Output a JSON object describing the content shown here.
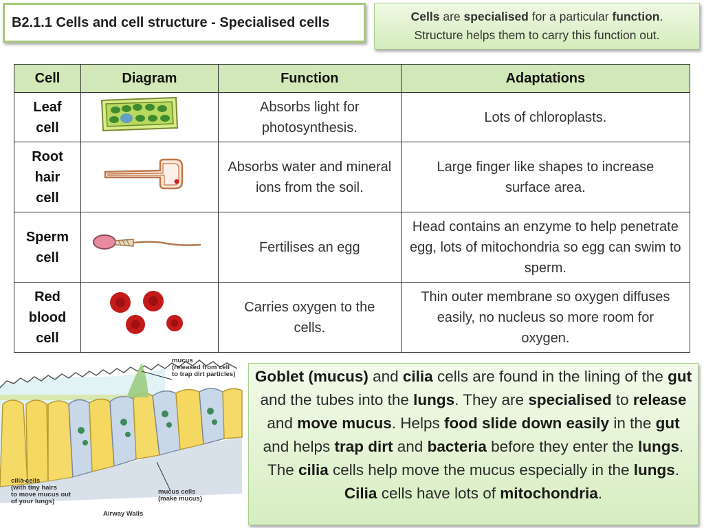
{
  "header": {
    "title": "B2.1.1 Cells and cell structure - Specialised cells"
  },
  "intro": {
    "segments": [
      {
        "text": "Cells",
        "bold": true
      },
      {
        "text": " are ",
        "bold": false
      },
      {
        "text": "specialised",
        "bold": true
      },
      {
        "text": " for a particular ",
        "bold": false
      },
      {
        "text": "function",
        "bold": true
      },
      {
        "text": ".",
        "bold": false
      },
      {
        "text": "\n",
        "bold": false
      },
      {
        "text": "Structure helps them to carry this function out.",
        "bold": false
      }
    ]
  },
  "table": {
    "headers": [
      "Cell",
      "Diagram",
      "Function",
      "Adaptations"
    ],
    "rows": [
      {
        "cell": "Leaf cell",
        "diagram_icon": "leaf-cell-diagram-icon",
        "function": "Absorbs light for photosynthesis.",
        "adaptations": "Lots of chloroplasts."
      },
      {
        "cell": "Root hair cell",
        "diagram_icon": "root-hair-cell-diagram-icon",
        "function": "Absorbs water and mineral ions from the soil.",
        "adaptations": "Large finger like shapes to increase surface area."
      },
      {
        "cell": "Sperm cell",
        "diagram_icon": "sperm-cell-diagram-icon",
        "function": "Fertilises an egg",
        "adaptations": "Head contains an enzyme to help penetrate egg, lots of mitochondria so egg can swim to sperm."
      },
      {
        "cell": "Red blood cell",
        "diagram_icon": "red-blood-cell-diagram-icon",
        "function": "Carries oxygen to the cells.",
        "adaptations": "Thin outer membrane so oxygen diffuses easily, no nucleus so more room for oxygen."
      }
    ]
  },
  "airway_diagram": {
    "labels": {
      "mucus": [
        "mucus",
        "(released from cell",
        "to trap dirt particles)"
      ],
      "cilia": [
        "cilia cells",
        "(with tiny hairs",
        "to move mucus out",
        "of your lungs)"
      ],
      "mucus_cells": [
        "mucus cells",
        "(make mucus)"
      ],
      "title": "Airway Walls"
    }
  },
  "goblet": {
    "segments": [
      {
        "text": "Goblet (mucus)",
        "bold": true
      },
      {
        "text": " and ",
        "bold": false
      },
      {
        "text": "cilia",
        "bold": true
      },
      {
        "text": " cells are found in the lining of the ",
        "bold": false
      },
      {
        "text": "gut",
        "bold": true
      },
      {
        "text": " and the tubes into the ",
        "bold": false
      },
      {
        "text": "lungs",
        "bold": true
      },
      {
        "text": ". They are ",
        "bold": false
      },
      {
        "text": "specialised",
        "bold": true
      },
      {
        "text": " to ",
        "bold": false
      },
      {
        "text": "release",
        "bold": true
      },
      {
        "text": " and ",
        "bold": false
      },
      {
        "text": "move mucus",
        "bold": true
      },
      {
        "text": ". Helps ",
        "bold": false
      },
      {
        "text": "food slide down easily",
        "bold": true
      },
      {
        "text": " in the ",
        "bold": false
      },
      {
        "text": "gut",
        "bold": true
      },
      {
        "text": " and helps ",
        "bold": false
      },
      {
        "text": "trap dirt",
        "bold": true
      },
      {
        "text": " and ",
        "bold": false
      },
      {
        "text": "bacteria",
        "bold": true
      },
      {
        "text": " before they enter the ",
        "bold": false
      },
      {
        "text": "lungs",
        "bold": true
      },
      {
        "text": ". The ",
        "bold": false
      },
      {
        "text": "cilia",
        "bold": true
      },
      {
        "text": " cells help move the mucus especially in the ",
        "bold": false
      },
      {
        "text": "lungs",
        "bold": true
      },
      {
        "text": ". ",
        "bold": false
      },
      {
        "text": "Cilia",
        "bold": true
      },
      {
        "text": " cells have lots of ",
        "bold": false
      },
      {
        "text": "mitochondria",
        "bold": true
      },
      {
        "text": ".",
        "bold": false
      }
    ]
  }
}
